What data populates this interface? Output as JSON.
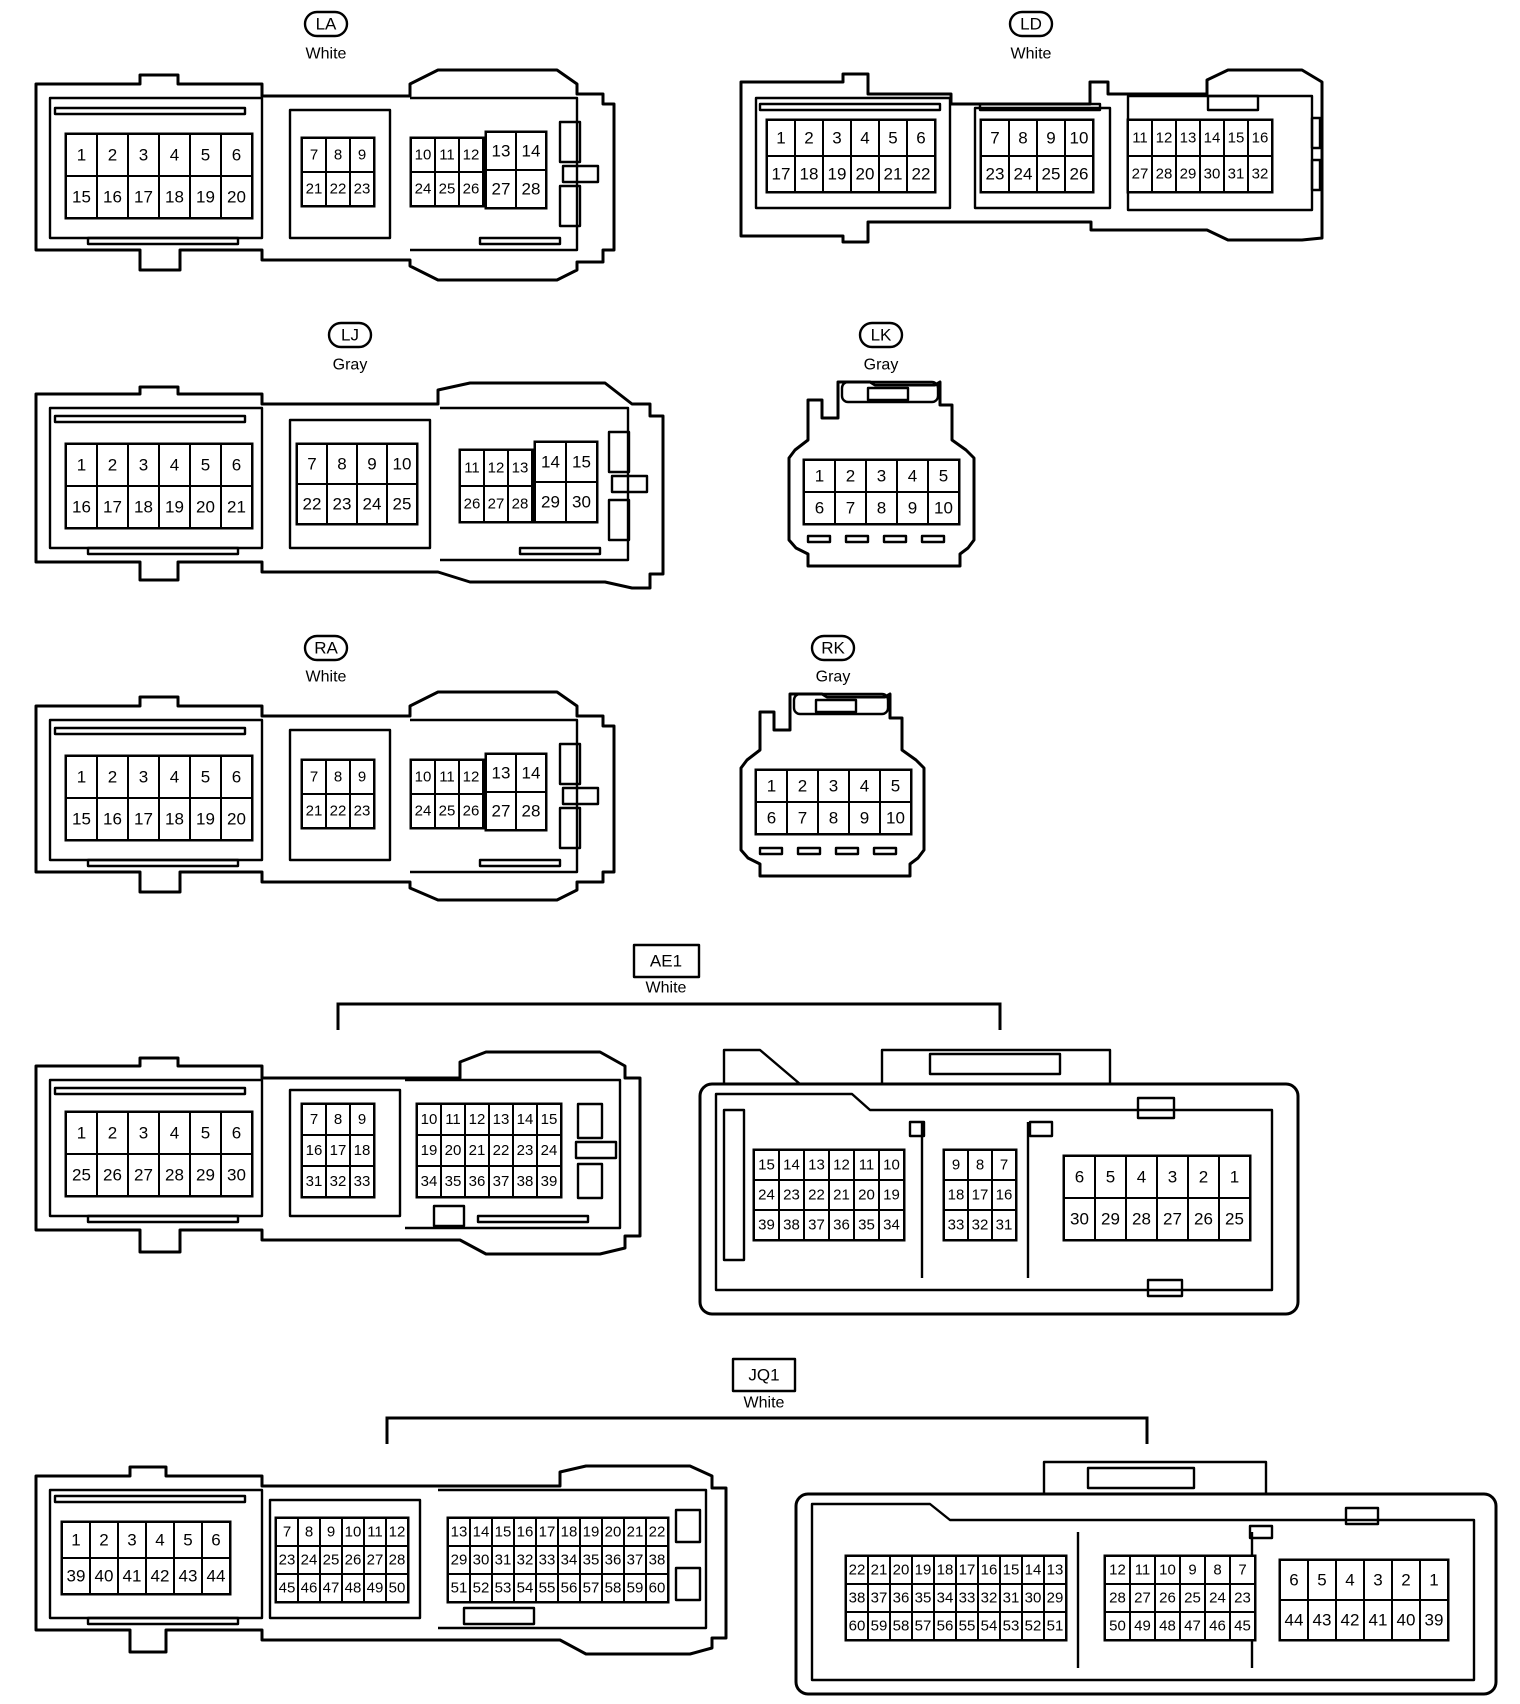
{
  "connectors": [
    {
      "code": "LA",
      "color": "White",
      "boxed": false
    },
    {
      "code": "LD",
      "color": "White",
      "boxed": false
    },
    {
      "code": "LJ",
      "color": "Gray",
      "boxed": false
    },
    {
      "code": "LK",
      "color": "Gray",
      "boxed": false
    },
    {
      "code": "RA",
      "color": "White",
      "boxed": false
    },
    {
      "code": "RK",
      "color": "Gray",
      "boxed": false
    },
    {
      "code": "AE1",
      "color": "White",
      "boxed": true
    },
    {
      "code": "JQ1",
      "color": "White",
      "boxed": true
    }
  ],
  "grids": {
    "LA_a": [
      [
        "1",
        "2",
        "3",
        "4",
        "5",
        "6"
      ],
      [
        "15",
        "16",
        "17",
        "18",
        "19",
        "20"
      ]
    ],
    "LA_b": [
      [
        "7",
        "8",
        "9"
      ],
      [
        "21",
        "22",
        "23"
      ]
    ],
    "LA_c": [
      [
        "10",
        "11",
        "12"
      ],
      [
        "24",
        "25",
        "26"
      ]
    ],
    "LA_d": [
      [
        "13",
        "14"
      ],
      [
        "27",
        "28"
      ]
    ],
    "LD_a": [
      [
        "1",
        "2",
        "3",
        "4",
        "5",
        "6"
      ],
      [
        "17",
        "18",
        "19",
        "20",
        "21",
        "22"
      ]
    ],
    "LD_b": [
      [
        "7",
        "8",
        "9",
        "10"
      ],
      [
        "23",
        "24",
        "25",
        "26"
      ]
    ],
    "LD_c": [
      [
        "11",
        "12",
        "13",
        "14",
        "15",
        "16"
      ],
      [
        "27",
        "28",
        "29",
        "30",
        "31",
        "32"
      ]
    ],
    "LJ_a": [
      [
        "1",
        "2",
        "3",
        "4",
        "5",
        "6"
      ],
      [
        "16",
        "17",
        "18",
        "19",
        "20",
        "21"
      ]
    ],
    "LJ_b": [
      [
        "7",
        "8",
        "9",
        "10"
      ],
      [
        "22",
        "23",
        "24",
        "25"
      ]
    ],
    "LJ_c": [
      [
        "11",
        "12",
        "13"
      ],
      [
        "26",
        "27",
        "28"
      ]
    ],
    "LJ_d": [
      [
        "14",
        "15"
      ],
      [
        "29",
        "30"
      ]
    ],
    "LK_a": [
      [
        "1",
        "2",
        "3",
        "4",
        "5"
      ],
      [
        "6",
        "7",
        "8",
        "9",
        "10"
      ]
    ],
    "RA_a": [
      [
        "1",
        "2",
        "3",
        "4",
        "5",
        "6"
      ],
      [
        "15",
        "16",
        "17",
        "18",
        "19",
        "20"
      ]
    ],
    "RA_b": [
      [
        "7",
        "8",
        "9"
      ],
      [
        "21",
        "22",
        "23"
      ]
    ],
    "RA_c": [
      [
        "10",
        "11",
        "12"
      ],
      [
        "24",
        "25",
        "26"
      ]
    ],
    "RA_d": [
      [
        "13",
        "14"
      ],
      [
        "27",
        "28"
      ]
    ],
    "RK_a": [
      [
        "1",
        "2",
        "3",
        "4",
        "5"
      ],
      [
        "6",
        "7",
        "8",
        "9",
        "10"
      ]
    ],
    "AE1L_a": [
      [
        "1",
        "2",
        "3",
        "4",
        "5",
        "6"
      ],
      [
        "25",
        "26",
        "27",
        "28",
        "29",
        "30"
      ]
    ],
    "AE1L_b": [
      [
        "7",
        "8",
        "9"
      ],
      [
        "16",
        "17",
        "18"
      ],
      [
        "31",
        "32",
        "33"
      ]
    ],
    "AE1L_c": [
      [
        "10",
        "11",
        "12",
        "13",
        "14",
        "15"
      ],
      [
        "19",
        "20",
        "21",
        "22",
        "23",
        "24"
      ],
      [
        "34",
        "35",
        "36",
        "37",
        "38",
        "39"
      ]
    ],
    "AE1R_a": [
      [
        "15",
        "14",
        "13",
        "12",
        "11",
        "10"
      ],
      [
        "24",
        "23",
        "22",
        "21",
        "20",
        "19"
      ],
      [
        "39",
        "38",
        "37",
        "36",
        "35",
        "34"
      ]
    ],
    "AE1R_b": [
      [
        "9",
        "8",
        "7"
      ],
      [
        "18",
        "17",
        "16"
      ],
      [
        "33",
        "32",
        "31"
      ]
    ],
    "AE1R_c": [
      [
        "6",
        "5",
        "4",
        "3",
        "2",
        "1"
      ],
      [
        "30",
        "29",
        "28",
        "27",
        "26",
        "25"
      ]
    ],
    "JQ1L_a": [
      [
        "1",
        "2",
        "3",
        "4",
        "5",
        "6"
      ],
      [
        "39",
        "40",
        "41",
        "42",
        "43",
        "44"
      ]
    ],
    "JQ1L_b": [
      [
        "7",
        "8",
        "9",
        "10",
        "11",
        "12"
      ],
      [
        "23",
        "24",
        "25",
        "26",
        "27",
        "28"
      ],
      [
        "45",
        "46",
        "47",
        "48",
        "49",
        "50"
      ]
    ],
    "JQ1L_c": [
      [
        "13",
        "14",
        "15",
        "16",
        "17",
        "18",
        "19",
        "20",
        "21",
        "22"
      ],
      [
        "29",
        "30",
        "31",
        "32",
        "33",
        "34",
        "35",
        "36",
        "37",
        "38"
      ],
      [
        "51",
        "52",
        "53",
        "54",
        "55",
        "56",
        "57",
        "58",
        "59",
        "60"
      ]
    ],
    "JQ1R_a": [
      [
        "22",
        "21",
        "20",
        "19",
        "18",
        "17",
        "16",
        "15",
        "14",
        "13"
      ],
      [
        "38",
        "37",
        "36",
        "35",
        "34",
        "33",
        "32",
        "31",
        "30",
        "29"
      ],
      [
        "60",
        "59",
        "58",
        "57",
        "56",
        "55",
        "54",
        "53",
        "52",
        "51"
      ]
    ],
    "JQ1R_b": [
      [
        "12",
        "11",
        "10",
        "9",
        "8",
        "7"
      ],
      [
        "28",
        "27",
        "26",
        "25",
        "24",
        "23"
      ],
      [
        "50",
        "49",
        "48",
        "47",
        "46",
        "45"
      ]
    ],
    "JQ1R_c": [
      [
        "6",
        "5",
        "4",
        "3",
        "2",
        "1"
      ],
      [
        "44",
        "43",
        "42",
        "41",
        "40",
        "39"
      ]
    ]
  }
}
